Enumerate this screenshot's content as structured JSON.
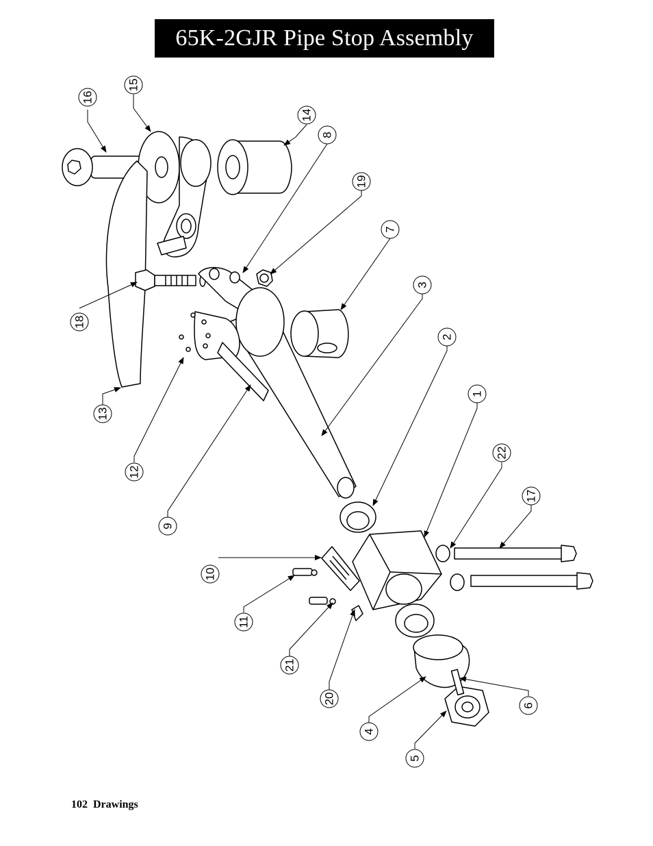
{
  "page": {
    "title": "65K-2GJR Pipe Stop Assembly",
    "page_number": "102",
    "section": "Drawings"
  },
  "callouts": [
    {
      "label": "16"
    },
    {
      "label": "15"
    },
    {
      "label": "14"
    },
    {
      "label": "8"
    },
    {
      "label": "19"
    },
    {
      "label": "7"
    },
    {
      "label": "3"
    },
    {
      "label": "2"
    },
    {
      "label": "1"
    },
    {
      "label": "22"
    },
    {
      "label": "17"
    },
    {
      "label": "18"
    },
    {
      "label": "13"
    },
    {
      "label": "12"
    },
    {
      "label": "9"
    },
    {
      "label": "10"
    },
    {
      "label": "11"
    },
    {
      "label": "21"
    },
    {
      "label": "20"
    },
    {
      "label": "4"
    },
    {
      "label": "5"
    },
    {
      "label": "6"
    }
  ]
}
